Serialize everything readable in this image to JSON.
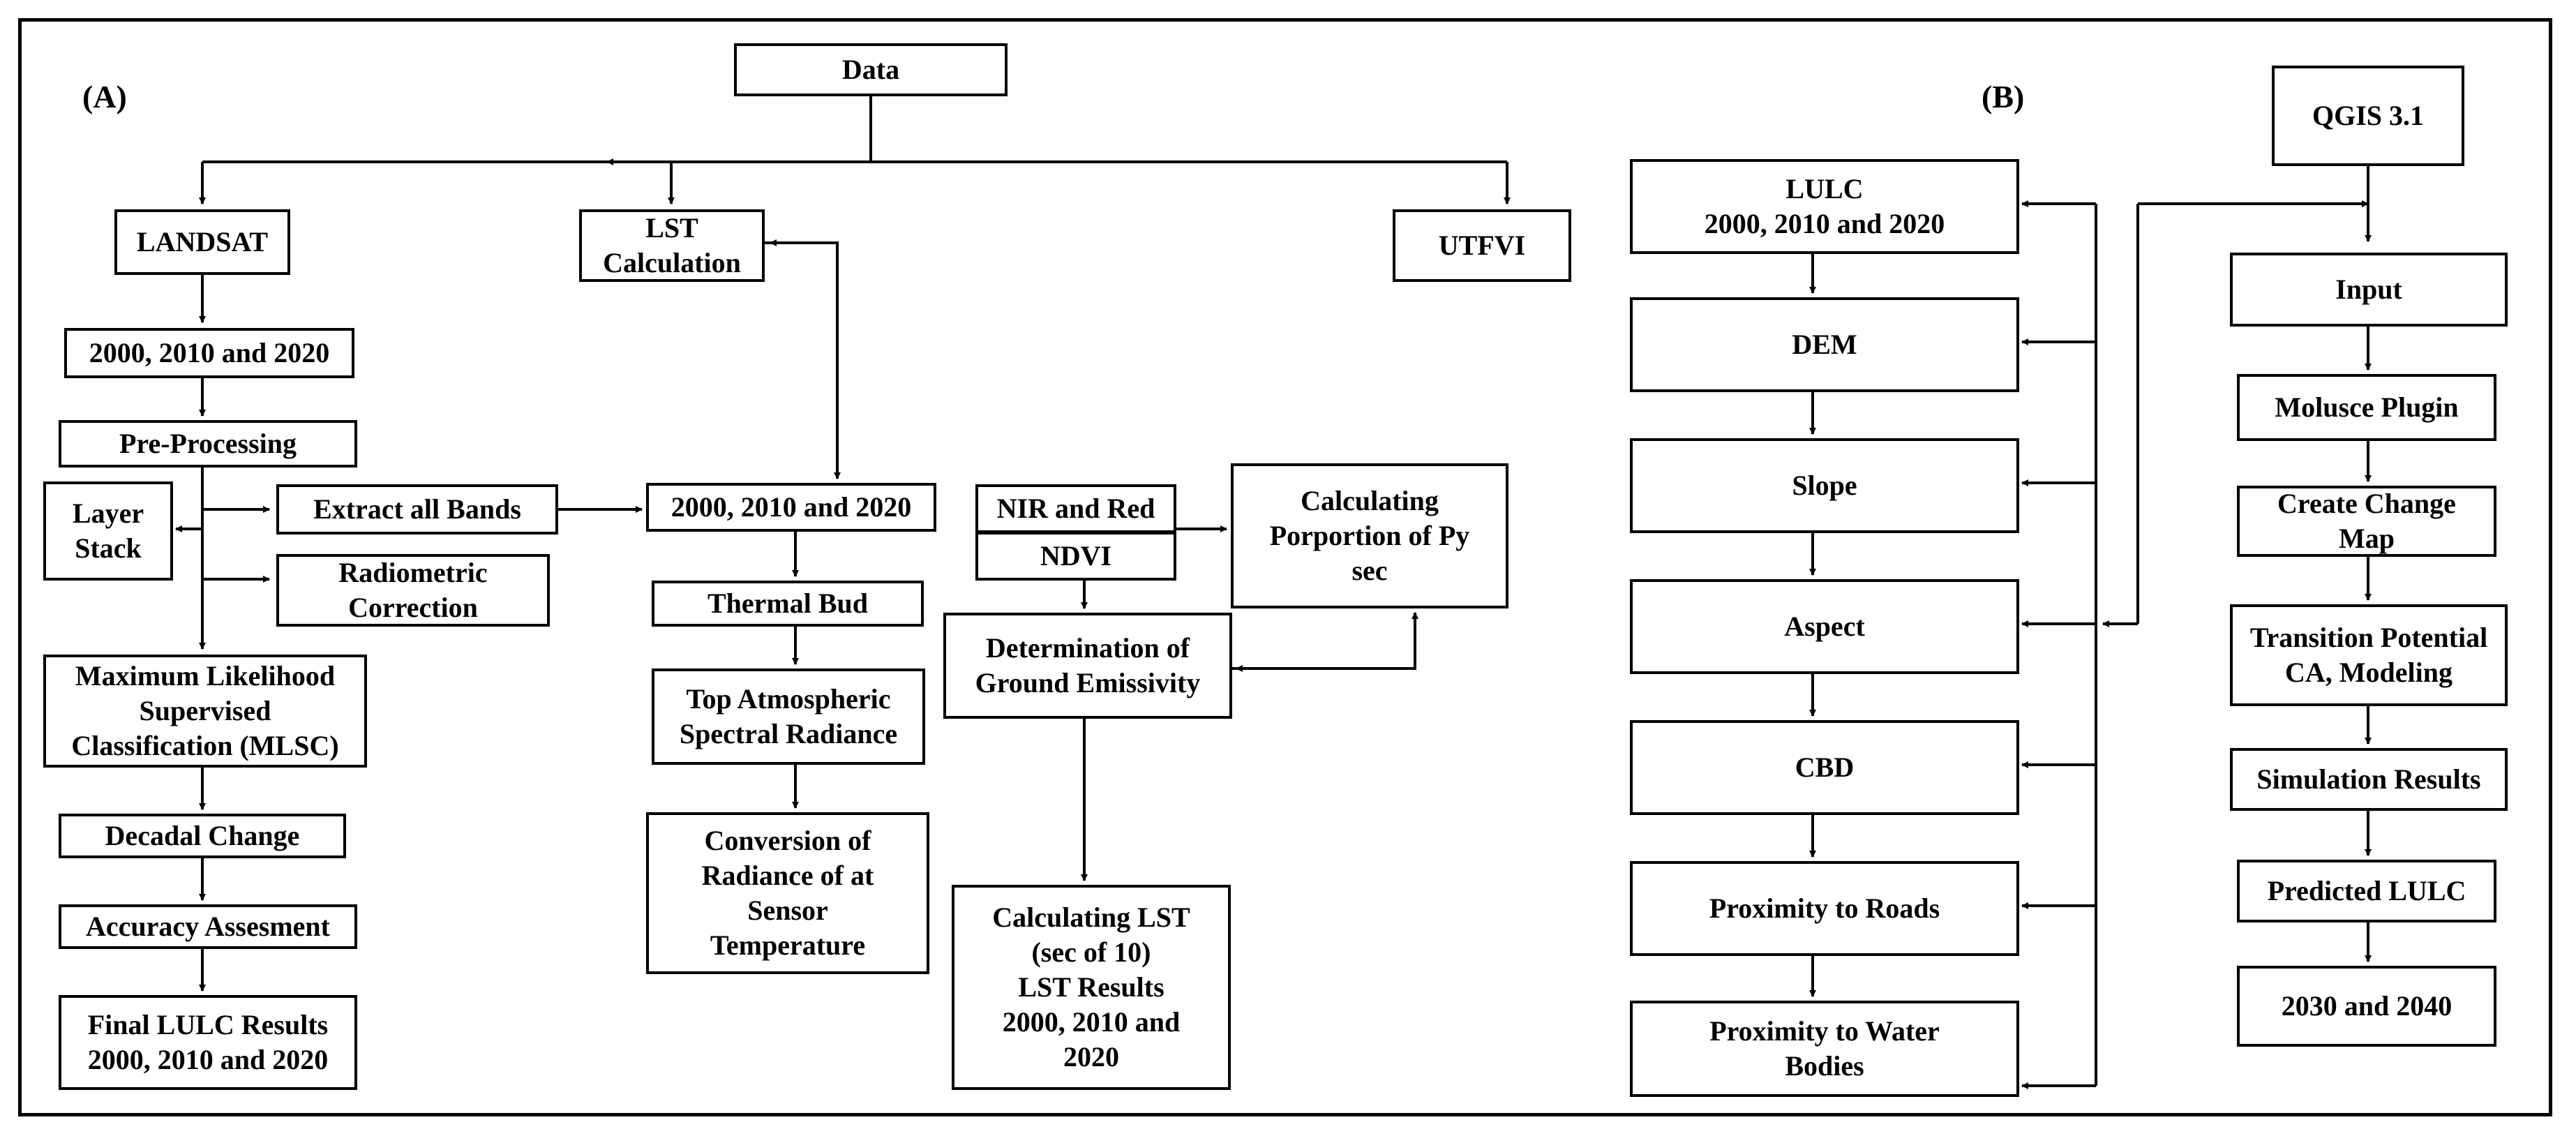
{
  "panel_a": {
    "label": "(A)",
    "data": "Data",
    "landsat": "LANDSAT",
    "lst_calculation": "LST\nCalculation",
    "utfvi": "UTFVI",
    "years_a": "2000, 2010 and 2020",
    "pre_processing": "Pre-Processing",
    "layer_stack": "Layer\nStack",
    "extract_bands": "Extract all Bands",
    "radiometric": "Radiometric\nCorrection",
    "mlsc": "Maximum Likelihood\nSupervised\nClassification (MLSC)",
    "decadal": "Decadal Change",
    "accuracy": "Accuracy Assesment",
    "final_lulc": "Final LULC Results\n2000, 2010 and 2020",
    "years_b": "2000, 2010 and 2020",
    "thermal": "Thermal Bud",
    "toa": "Top Atmospheric\nSpectral Radiance",
    "conversion": "Conversion of\nRadiance of at\nSensor\nTemperature",
    "nir_red": "NIR and Red",
    "ndvi": "NDVI",
    "porportion": "Calculating\nPorportion of Py\nsec",
    "emissivity": "Determination of\nGround Emissivity",
    "lst_results": "Calculating LST\n(sec of 10)\nLST Results\n2000, 2010 and\n2020"
  },
  "panel_b": {
    "label": "(B)",
    "lulc": "LULC\n2000, 2010 and 2020",
    "dem": "DEM",
    "slope": "Slope",
    "aspect": "Aspect",
    "cbd": "CBD",
    "roads": "Proximity to Roads",
    "water": "Proximity to Water\nBodies",
    "qgis": "QGIS 3.1",
    "input": "Input",
    "molusce": "Molusce Plugin",
    "change_map": "Create Change\nMap",
    "transition": "Transition Potential\nCA, Modeling",
    "simulation": "Simulation Results",
    "predicted": "Predicted LULC",
    "future_years": "2030 and 2040"
  }
}
